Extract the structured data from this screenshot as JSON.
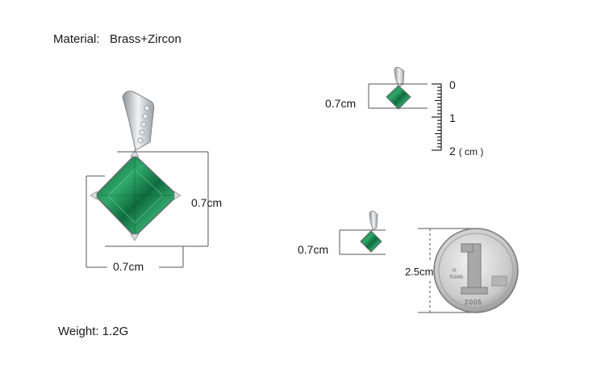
{
  "specs": {
    "material_label": "Material:",
    "material_value": "Brass+Zircon",
    "weight_label": "Weight:",
    "weight_value": "1.2G"
  },
  "main_view": {
    "height_label": "0.7cm",
    "width_label": "0.7cm"
  },
  "ruler_view": {
    "size_label": "0.7cm",
    "tick_0": "0",
    "tick_1": "1",
    "tick_2": "2",
    "unit": "( cm )"
  },
  "coin_view": {
    "size_label": "0.7cm",
    "coin_label": "2.5cm",
    "coin_text_yi": "YI",
    "coin_text_yuan": "YUAN",
    "coin_year": "2005"
  },
  "colors": {
    "emerald": "#1f8a55",
    "metal": "#c9cdd1",
    "line": "#555555"
  }
}
